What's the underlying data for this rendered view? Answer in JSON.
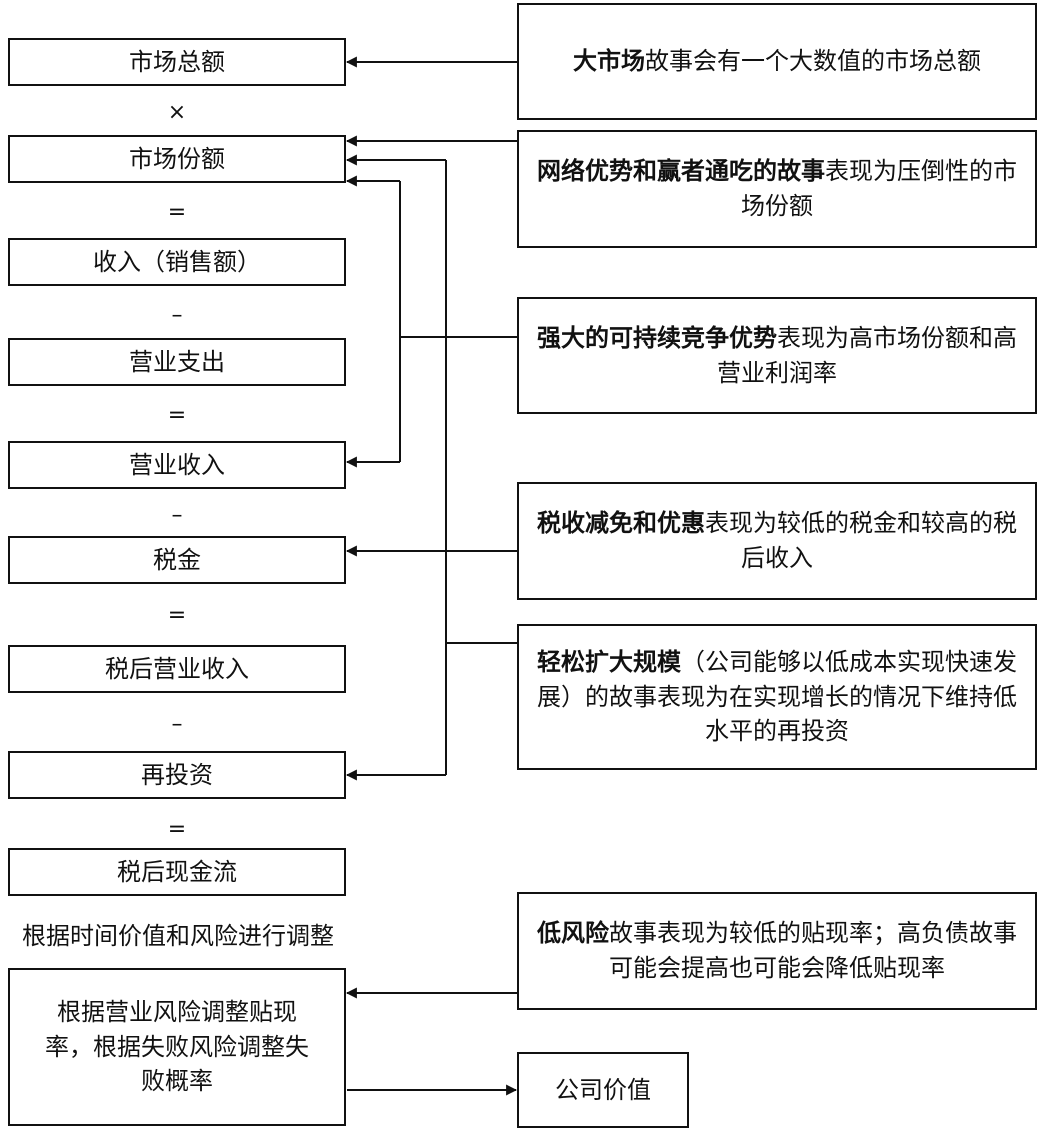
{
  "left_column": {
    "market_total": "市场总额",
    "op_multiply": "×",
    "market_share": "市场份额",
    "op_eq1": "=",
    "revenue": "收入（销售额）",
    "op_minus1": "–",
    "operating_expense": "营业支出",
    "op_eq2": "=",
    "operating_income": "营业收入",
    "op_minus2": "–",
    "tax": "税金",
    "op_eq3": "=",
    "after_tax_income": "税后营业收入",
    "op_minus3": "–",
    "reinvestment": "再投资",
    "op_eq4": "=",
    "after_tax_cashflow": "税后现金流",
    "adjust_note": "根据时间价值和风险进行调整",
    "discount_adjust": "根据营业风险调整贴现率，根据失败风险调整失败概率"
  },
  "stories": {
    "big_market": {
      "bold": "大市场",
      "rest": "故事会有一个大数值的市场总额"
    },
    "network": {
      "bold": "网络优势和赢者通吃的故事",
      "rest": "表现为压倒性的市场份额"
    },
    "competitive": {
      "bold": "强大的可持续竞争优势",
      "rest": "表现为高市场份额和高营业利润率"
    },
    "tax_break": {
      "bold": "税收减免和优惠",
      "rest": "表现为较低的税金和较高的税后收入"
    },
    "scaling": {
      "bold": "轻松扩大规模",
      "rest": "（公司能够以低成本实现快速发展）的故事表现为在实现增长的情况下维持低水平的再投资"
    },
    "low_risk": {
      "bold": "低风险",
      "rest": "故事表现为较低的贴现率；高负债故事可能会提高也可能会降低贴现率"
    }
  },
  "result": {
    "company_value": "公司价值"
  }
}
